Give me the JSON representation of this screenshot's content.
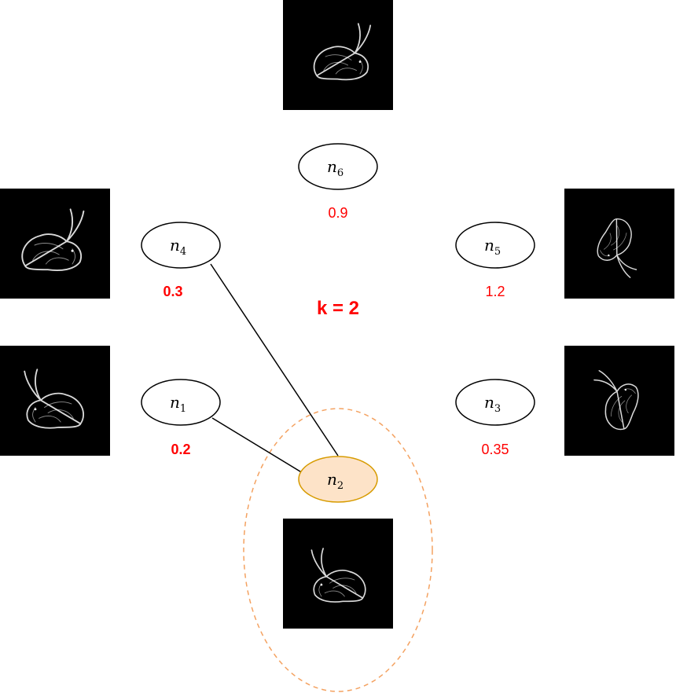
{
  "k_label": "k = 2",
  "nodes": [
    {
      "id": "n6",
      "base": "n",
      "sub": "6",
      "weight": "0.9",
      "weight_bold": false,
      "selected": false
    },
    {
      "id": "n4",
      "base": "n",
      "sub": "4",
      "weight": "0.3",
      "weight_bold": true,
      "selected": false
    },
    {
      "id": "n5",
      "base": "n",
      "sub": "5",
      "weight": "1.2",
      "weight_bold": false,
      "selected": false
    },
    {
      "id": "n1",
      "base": "n",
      "sub": "1",
      "weight": "0.2",
      "weight_bold": true,
      "selected": false
    },
    {
      "id": "n3",
      "base": "n",
      "sub": "3",
      "weight": "0.35",
      "weight_bold": false,
      "selected": false
    },
    {
      "id": "n2",
      "base": "n",
      "sub": "2",
      "weight": "",
      "weight_bold": false,
      "selected": true
    }
  ],
  "edges": [
    {
      "from": "n4",
      "to": "n2"
    },
    {
      "from": "n1",
      "to": "n2"
    }
  ],
  "colors": {
    "weight_text": "#ff0000",
    "selected_fill": "#fde3c8",
    "selected_stroke": "#d79b00",
    "group_outline": "#f4a261",
    "image_background": "#000000",
    "point_cloud": "#ffffff"
  },
  "images": [
    {
      "node": "n6",
      "icon": "bunny-point-cloud-icon"
    },
    {
      "node": "n4",
      "icon": "bunny-point-cloud-icon"
    },
    {
      "node": "n5",
      "icon": "bunny-point-cloud-icon"
    },
    {
      "node": "n1",
      "icon": "bunny-point-cloud-icon"
    },
    {
      "node": "n3",
      "icon": "bunny-point-cloud-icon"
    },
    {
      "node": "n2",
      "icon": "bunny-point-cloud-icon"
    }
  ]
}
